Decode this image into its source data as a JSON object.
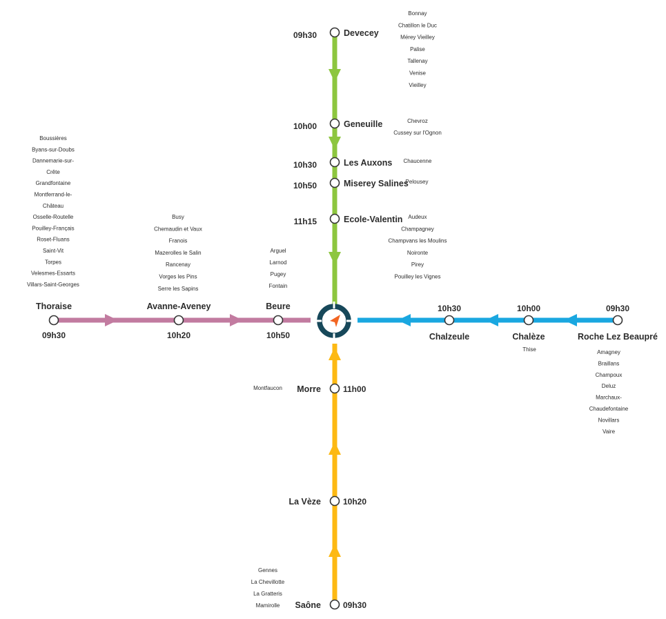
{
  "colors": {
    "north": "#8dc63f",
    "west": "#c27ba0",
    "east": "#1aa7e0",
    "south": "#fdb913",
    "hub_ring": "#17485a",
    "hub_arrow": "#f26522"
  },
  "north": {
    "stops": [
      {
        "name": "Devecey",
        "time": "09h30"
      },
      {
        "name": "Geneuille",
        "time": "10h00"
      },
      {
        "name": "Les Auxons",
        "time": "10h30"
      },
      {
        "name": "Miserey Salines",
        "time": "10h50"
      },
      {
        "name": "Ecole-Valentin",
        "time": "11h15"
      }
    ],
    "villages": [
      [
        "Bonnay",
        "Chatillon le Duc",
        "Mérey Vieilley",
        "Palise",
        "Tallenay",
        "Venise",
        "Vieilley"
      ],
      [
        "Chevroz",
        "Cussey sur l'Ognon"
      ],
      [
        "Chaucenne"
      ],
      [
        "Pelousey"
      ],
      [
        "Audeux",
        "Champagney",
        "Champvans les Moulins",
        "Noironte",
        "Pirey",
        "Pouilley les Vignes"
      ]
    ]
  },
  "west": {
    "stops": [
      {
        "name": "Thoraise",
        "time": "09h30"
      },
      {
        "name": "Avanne-Aveney",
        "time": "10h20"
      },
      {
        "name": "Beure",
        "time": "10h50"
      }
    ],
    "villages": [
      [
        "Boussières",
        "Byans-sur-Doubs",
        "Dannemarie-sur-",
        "Crête",
        "Grandfontaine",
        "Montferrand-le-",
        "Château",
        "Osselle-Routelle",
        "Pouilley-Français",
        "Roset-Fluans",
        "Saint-Vit",
        "Torpes",
        "Velesmes-Essarts",
        "Villars-Saint-Georges"
      ],
      [
        "Busy",
        "Chemaudin et Vaux",
        "Franois",
        "Mazerolles le Salin",
        "Rancenay",
        "Vorges les Pins",
        "Serre les Sapins"
      ],
      [
        "Arguel",
        "Larnod",
        "Pugey",
        "Fontain"
      ]
    ]
  },
  "east": {
    "stops": [
      {
        "name": "Chalzeule",
        "time": "10h30"
      },
      {
        "name": "Chalèze",
        "time": "10h00"
      },
      {
        "name": "Roche Lez Beaupré",
        "time": "09h30"
      }
    ],
    "villages": [
      [],
      [
        "Thise"
      ],
      [
        "Amagney",
        "Braillans",
        "Champoux",
        "Deluz",
        "Marchaux-",
        "Chaudefontaine",
        "Novillars",
        "Vaire"
      ]
    ]
  },
  "south": {
    "stops": [
      {
        "name": "Morre",
        "time": "11h00"
      },
      {
        "name": "La Vèze",
        "time": "10h20"
      },
      {
        "name": "Saône",
        "time": "09h30"
      }
    ],
    "villages": [
      [
        "Montfaucon"
      ],
      [],
      [
        "Gennes",
        "La Chevillotte",
        "La Gratteris",
        "Mamirolle"
      ]
    ]
  }
}
